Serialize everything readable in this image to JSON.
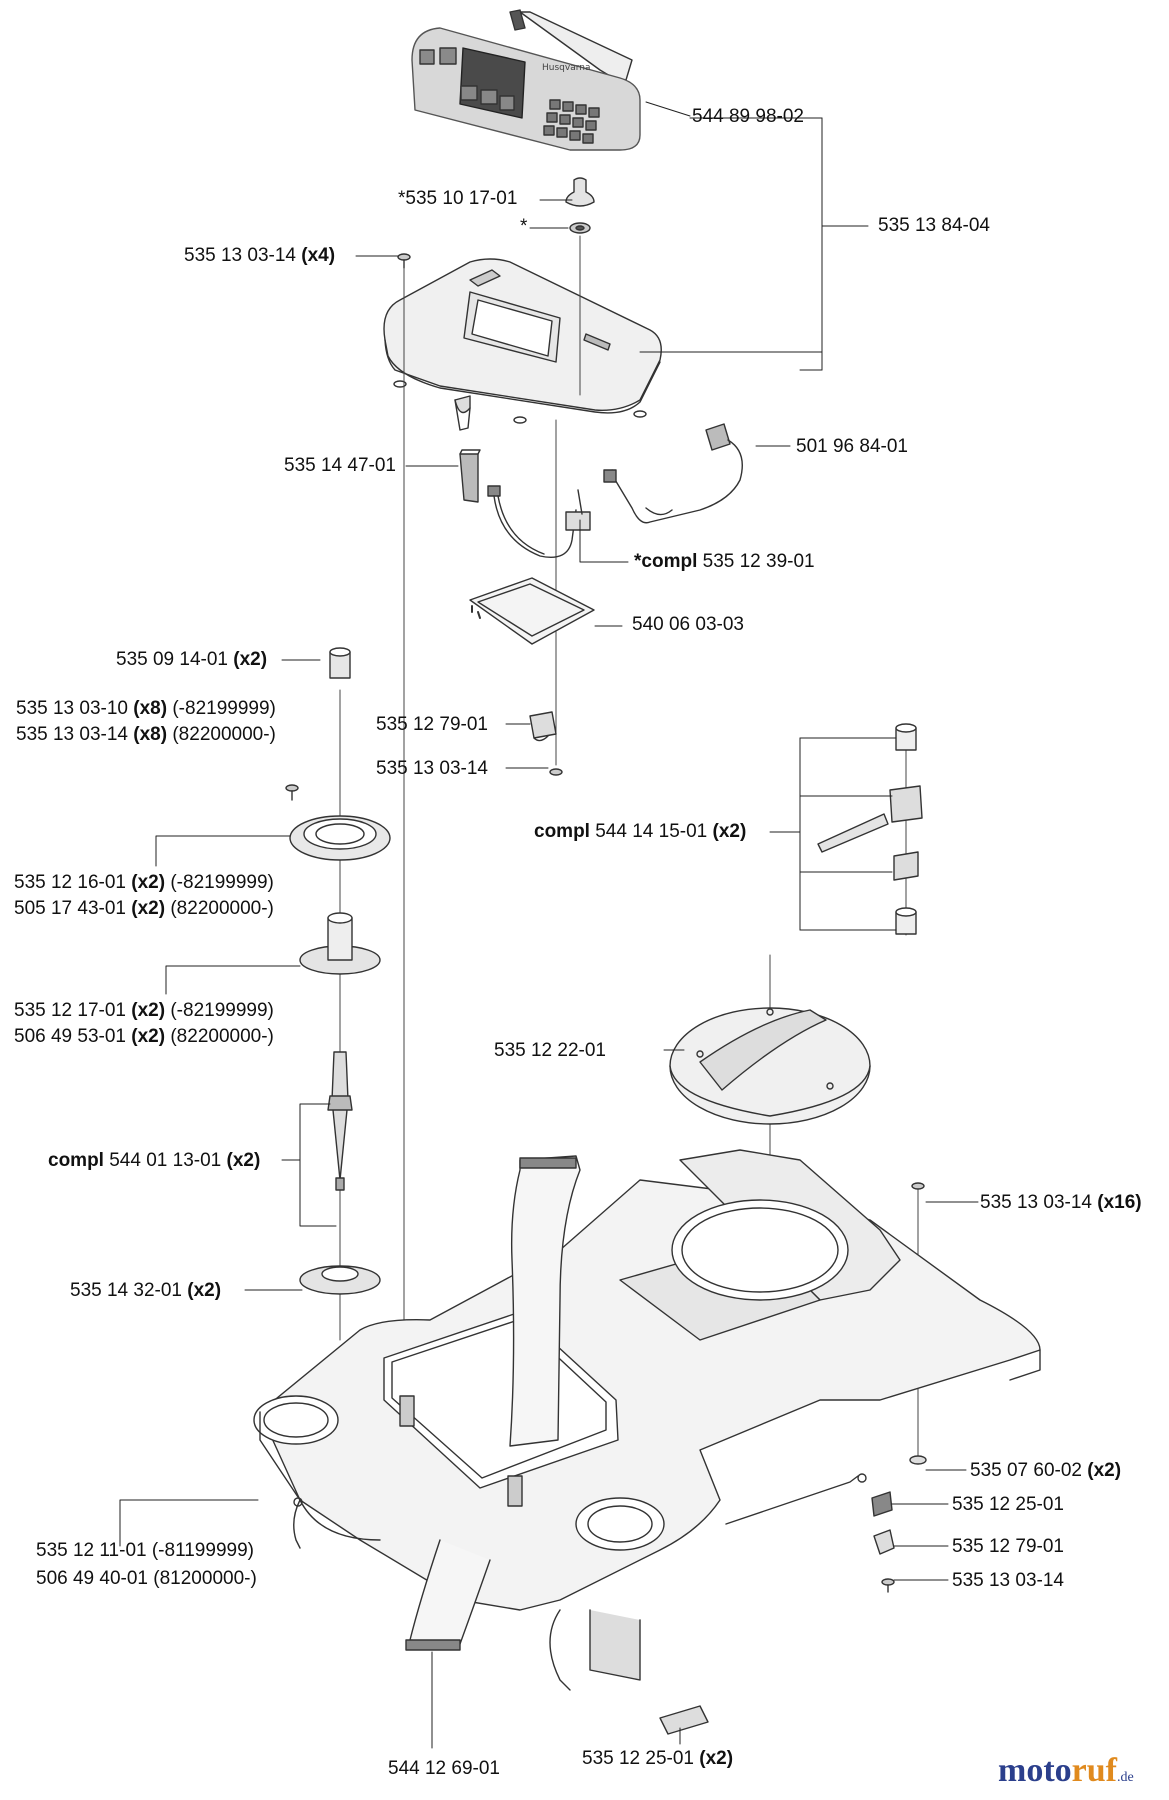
{
  "labels": [
    {
      "id": "l1",
      "part": "544 89 98-02",
      "qty": "",
      "note": ""
    },
    {
      "id": "l2",
      "part": "*535 10 17-01",
      "qty": "",
      "note": ""
    },
    {
      "id": "l3",
      "part": "*",
      "qty": "",
      "note": ""
    },
    {
      "id": "l4",
      "part": "535 13 84-04",
      "qty": "",
      "note": ""
    },
    {
      "id": "l5",
      "part": "535 13 03-14",
      "qty": "(x4)",
      "note": ""
    },
    {
      "id": "l6",
      "part": "501 96 84-01",
      "qty": "",
      "note": ""
    },
    {
      "id": "l7",
      "part": "535 14 47-01",
      "qty": "",
      "note": ""
    },
    {
      "id": "l8",
      "prefix": "*compl",
      "part": "535 12 39-01",
      "qty": "",
      "note": ""
    },
    {
      "id": "l9",
      "part": "540 06 03-03",
      "qty": "",
      "note": ""
    },
    {
      "id": "l10",
      "part": "535 09 14-01",
      "qty": "(x2)",
      "note": ""
    },
    {
      "id": "l11",
      "part": "535 13 03-10",
      "qty": "(x8)",
      "note": "(-82199999)"
    },
    {
      "id": "l12",
      "part": "535 13 03-14",
      "qty": "(x8)",
      "note": "(82200000-)"
    },
    {
      "id": "l13",
      "part": "535 12 79-01",
      "qty": "",
      "note": ""
    },
    {
      "id": "l14",
      "part": "535 13 03-14",
      "qty": "",
      "note": ""
    },
    {
      "id": "l15",
      "prefix": "compl",
      "part": "544 14 15-01",
      "qty": "(x2)",
      "note": ""
    },
    {
      "id": "l16",
      "part": "535 12 16-01",
      "qty": "(x2)",
      "note": "(-82199999)"
    },
    {
      "id": "l17",
      "part": "505 17 43-01",
      "qty": "(x2)",
      "note": "(82200000-)"
    },
    {
      "id": "l18",
      "part": "535 12 17-01",
      "qty": "(x2)",
      "note": "(-82199999)"
    },
    {
      "id": "l19",
      "part": "506 49 53-01",
      "qty": "(x2)",
      "note": "(82200000-)"
    },
    {
      "id": "l20",
      "part": "535 12 22-01",
      "qty": "",
      "note": ""
    },
    {
      "id": "l21",
      "prefix": "compl",
      "part": "544 01 13-01",
      "qty": "(x2)",
      "note": ""
    },
    {
      "id": "l22",
      "part": "535 13 03-14",
      "qty": "(x16)",
      "note": ""
    },
    {
      "id": "l23",
      "part": "535 14 32-01",
      "qty": "(x2)",
      "note": ""
    },
    {
      "id": "l24",
      "part": "535 07 60-02",
      "qty": "(x2)",
      "note": ""
    },
    {
      "id": "l25",
      "part": "535 12 25-01",
      "qty": "",
      "note": ""
    },
    {
      "id": "l26",
      "part": "535 12 79-01",
      "qty": "",
      "note": ""
    },
    {
      "id": "l27",
      "part": "535 12 11-01",
      "qty": "",
      "note": "(-81199999)"
    },
    {
      "id": "l28",
      "part": "506 49 40-01",
      "qty": "",
      "note": "(81200000-)"
    },
    {
      "id": "l29",
      "part": "535 13 03-14",
      "qty": "",
      "note": ""
    },
    {
      "id": "l30",
      "part": "535 12 25-01",
      "qty": "(x2)",
      "note": ""
    },
    {
      "id": "l31",
      "part": "544 12 69-01",
      "qty": "",
      "note": ""
    }
  ],
  "panel_brand": "Husqvarna",
  "watermark": {
    "name_a": "moto",
    "name_b": "ruf",
    "suffix": ".de"
  }
}
